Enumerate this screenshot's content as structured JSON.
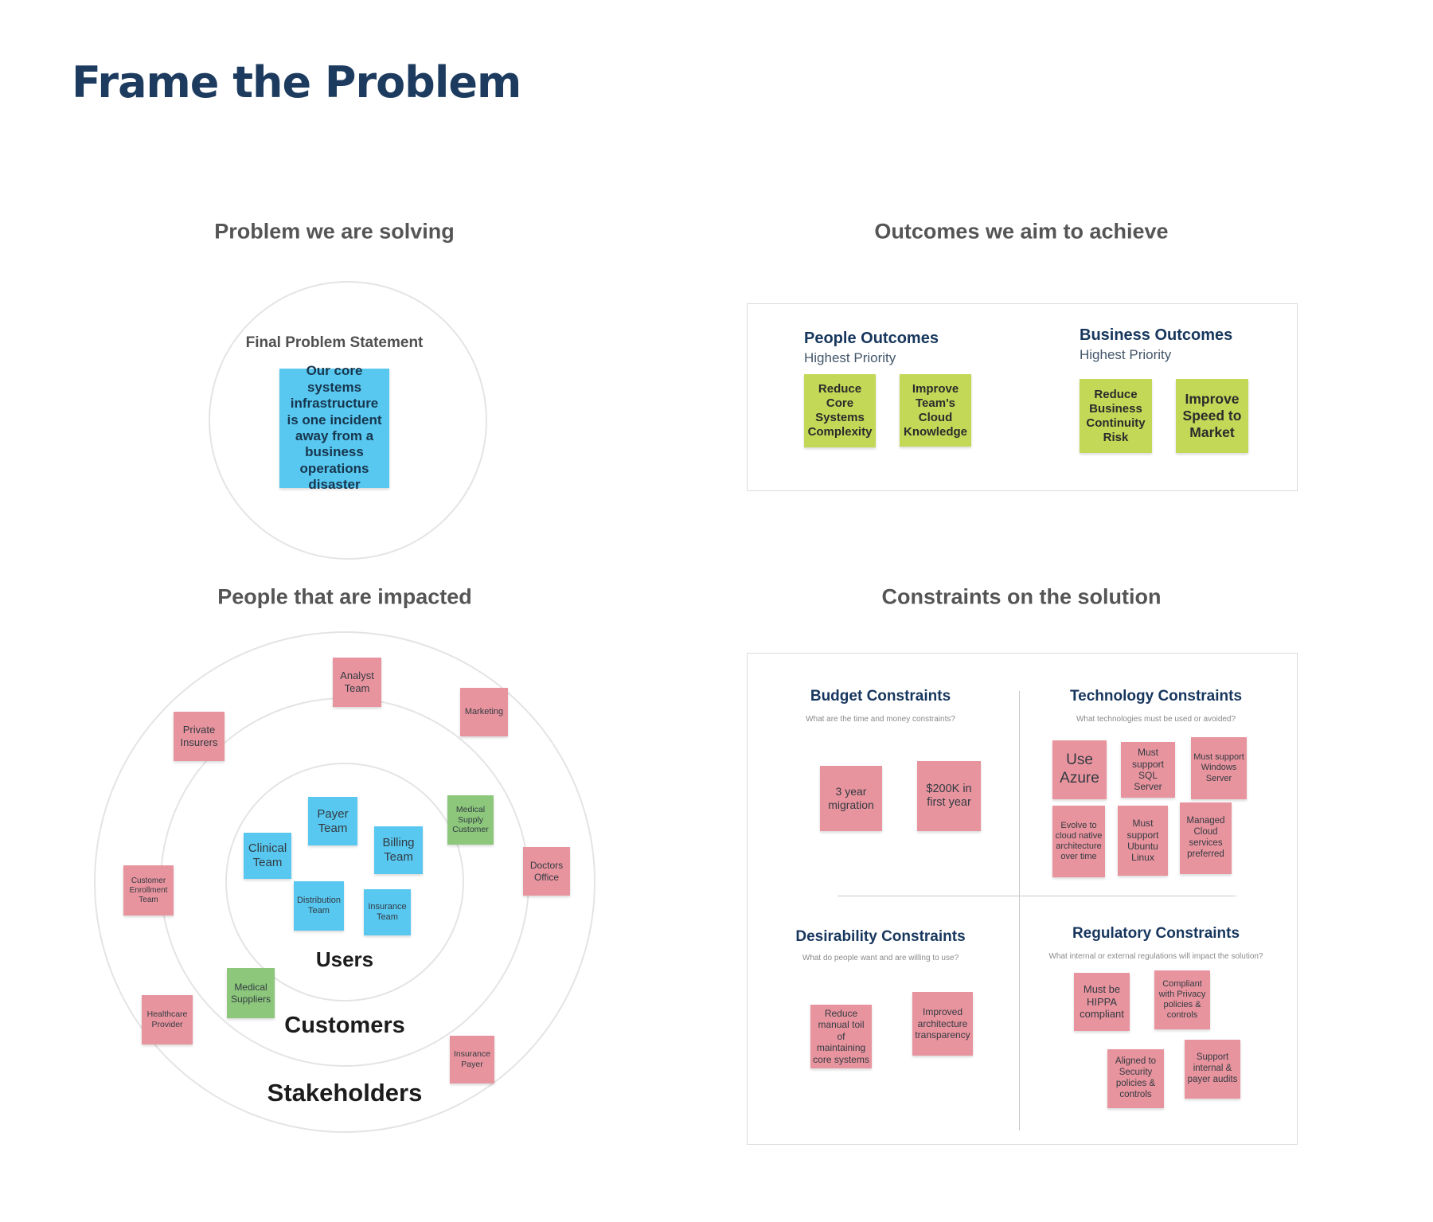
{
  "title": "Frame the Problem",
  "colors": {
    "title_navy": "#1d3b5f",
    "heading_gray": "#555555",
    "panel_heading_navy": "#17365d",
    "sticky_blue": "#58C8F0",
    "sticky_pink": "#E8949E",
    "sticky_green": "#8CC77C",
    "sticky_lime": "#C3D857"
  },
  "problem": {
    "heading": "Problem we are solving",
    "inner_label": "Final Problem Statement",
    "statement": "Our core systems infrastructure is one incident away from a business operations disaster"
  },
  "outcomes": {
    "heading": "Outcomes we aim to achieve",
    "people_group": {
      "title": "People Outcomes",
      "subtitle": "Highest Priority",
      "notes": [
        "Reduce Core Systems Complexity",
        "Improve Team's Cloud Knowledge"
      ]
    },
    "business_group": {
      "title": "Business Outcomes",
      "subtitle": "Highest Priority",
      "notes": [
        "Reduce Business Continuity Risk",
        "Improve Speed to Market"
      ]
    }
  },
  "people": {
    "heading": "People that are impacted",
    "ring_labels": [
      "Users",
      "Customers",
      "Stakeholders"
    ],
    "notes": [
      {
        "label": "Analyst Team",
        "color": "pink"
      },
      {
        "label": "Marketing",
        "color": "pink"
      },
      {
        "label": "Private Insurers",
        "color": "pink"
      },
      {
        "label": "Payer Team",
        "color": "blue"
      },
      {
        "label": "Billing Team",
        "color": "blue"
      },
      {
        "label": "Clinical Team",
        "color": "blue"
      },
      {
        "label": "Medical Supply Customer",
        "color": "green"
      },
      {
        "label": "Doctors Office",
        "color": "pink"
      },
      {
        "label": "Distribution Team",
        "color": "blue"
      },
      {
        "label": "Insurance Team",
        "color": "blue"
      },
      {
        "label": "Customer Enrollment Team",
        "color": "pink"
      },
      {
        "label": "Medical Suppliers",
        "color": "green"
      },
      {
        "label": "Healthcare Provider",
        "color": "pink"
      },
      {
        "label": "Insurance Payer",
        "color": "pink"
      }
    ]
  },
  "constraints": {
    "heading": "Constraints on the solution",
    "budget": {
      "title": "Budget Constraints",
      "subtitle": "What are the time and money constraints?",
      "notes": [
        "3 year migration",
        "$200K in first year"
      ]
    },
    "technology": {
      "title": "Technology Constraints",
      "subtitle": "What technologies must be used or avoided?",
      "notes": [
        "Use Azure",
        "Must support SQL Server",
        "Must support Windows Server",
        "Evolve to cloud native architecture over time",
        "Must support Ubuntu Linux",
        "Managed Cloud services preferred"
      ]
    },
    "desirability": {
      "title": "Desirability Constraints",
      "subtitle": "What do people want and are willing to use?",
      "notes": [
        "Reduce manual toil of maintaining core systems",
        "Improved architecture transparency"
      ]
    },
    "regulatory": {
      "title": "Regulatory Constraints",
      "subtitle": "What internal or external regulations will impact the solution?",
      "notes": [
        "Must be HIPPA compliant",
        "Compliant with Privacy policies & controls",
        "Aligned to Security policies & controls",
        "Support internal & payer audits"
      ]
    }
  }
}
